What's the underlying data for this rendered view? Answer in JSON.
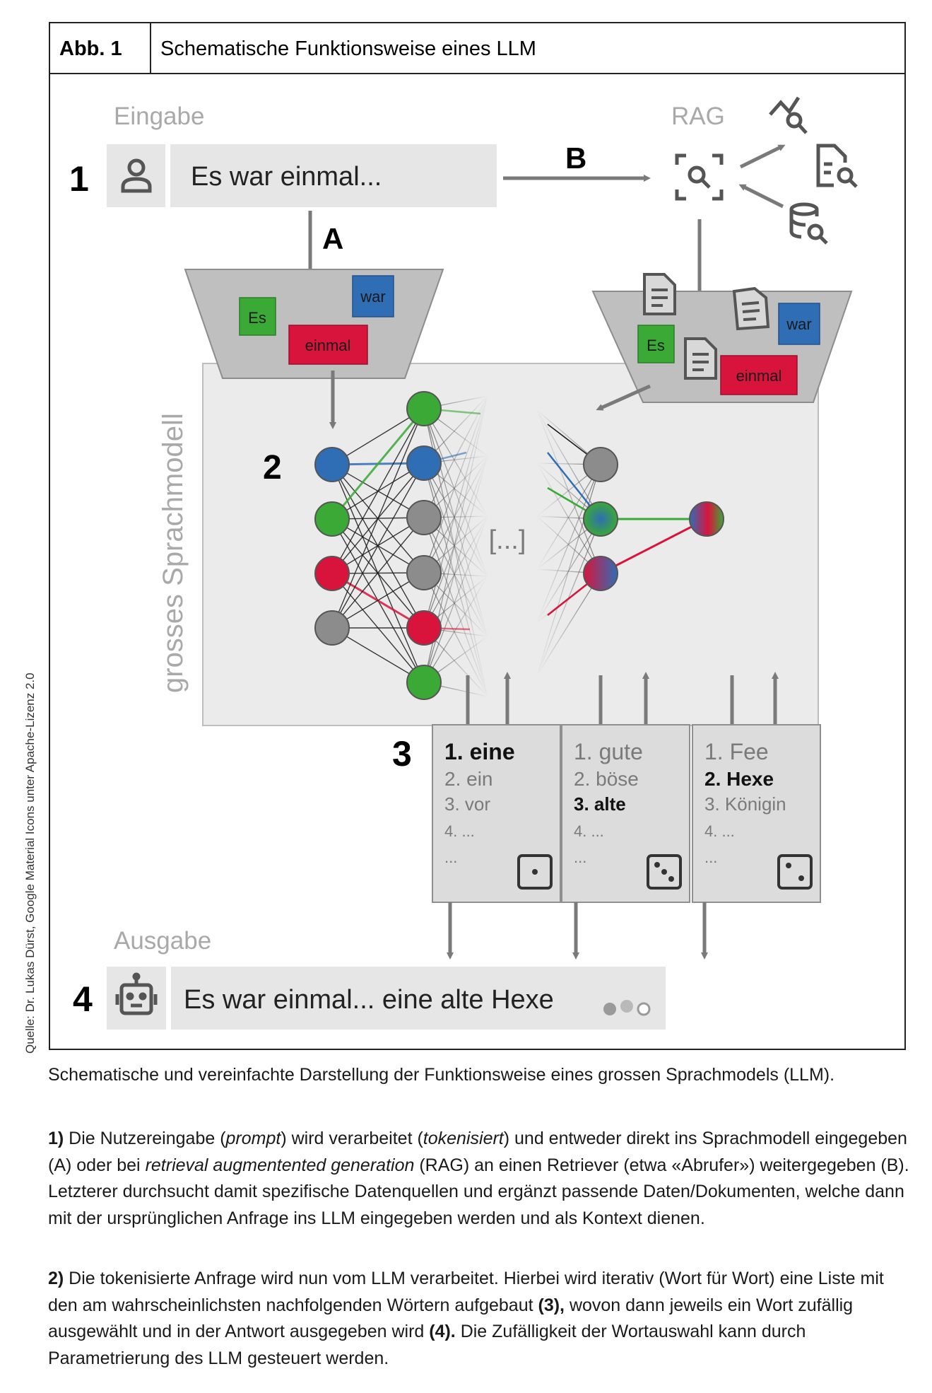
{
  "figure": {
    "label": "Abb. 1",
    "title": "Schematische Funktionsweise eines LLM",
    "source": "Quelle: Dr. Lukas Dürst, Google Material Icons unter Apache-Lizenz 2.0"
  },
  "input": {
    "heading": "Eingabe",
    "step": "1",
    "text": "Es war einmal...",
    "user_icon": "person-icon"
  },
  "arrows": {
    "a": "A",
    "b": "B"
  },
  "rag": {
    "heading": "RAG",
    "icons": [
      "document-scanner-icon",
      "query-stats-icon",
      "document-search-icon",
      "database-search-icon"
    ]
  },
  "tokens_left": [
    "Es",
    "war",
    "einmal"
  ],
  "tokens_right": [
    "Es",
    "war",
    "einmal"
  ],
  "model": {
    "label": "grosses Sprachmodell",
    "step": "2",
    "ellipsis": "[...]"
  },
  "colors": {
    "green": "#3aa935",
    "blue": "#2f6db5",
    "red": "#d9143c",
    "gray": "#8c8c8c",
    "panel": "#ebebeb"
  },
  "candidates": {
    "step": "3",
    "lists": [
      {
        "items": [
          "1. eine",
          "2. ein",
          "3. vor",
          "4. ...",
          "..."
        ],
        "selected": 0,
        "dice": "dice-1-icon"
      },
      {
        "items": [
          "1. gute",
          "2. böse",
          "3. alte",
          "4. ...",
          "..."
        ],
        "selected": 2,
        "dice": "dice-3-icon"
      },
      {
        "items": [
          "1. Fee",
          "2. Hexe",
          "3. Königin",
          "4. ...",
          "..."
        ],
        "selected": 1,
        "dice": "dice-2-icon"
      }
    ]
  },
  "output": {
    "heading": "Ausgabe",
    "step": "4",
    "text": "Es war einmal... eine alte Hexe",
    "bot_icon": "robot-icon"
  },
  "caption": {
    "intro": "Schematische und vereinfachte Darstellung der Funktionsweise eines grossen Sprachmodels (LLM).",
    "p1_num": "1)",
    "p1_a": " Die Nutzereingabe (",
    "p1_prompt": "prompt",
    "p1_b": ") wird verarbeitet (",
    "p1_tok": "tokenisiert",
    "p1_c": ") und entweder direkt ins Sprachmodell eingegeben (A) oder bei ",
    "p1_rag": "retrieval augmentented generation",
    "p1_d": " (RAG) an einen Retriever (etwa «Abrufer») weitergegeben (B). Letzterer durchsucht damit spezifische Datenquellen und ergänzt passende Daten/Dokumenten, welche dann mit der ursprünglichen Anfrage ins LLM eingegeben werden und als Kontext dienen.",
    "p2_num": "2)",
    "p2_a": " Die tokenisierte Anfrage wird nun vom LLM verarbeitet. Hierbei wird iterativ (Wort für Wort) eine Liste mit den am wahrscheinlichsten nachfolgenden Wörtern aufgebaut ",
    "p2_b3": "(3),",
    "p2_b": " wovon dann jeweils ein Wort zufällig ausgewählt und in der Antwort ausgegeben wird ",
    "p2_b4": "(4).",
    "p2_c": " Die Zufälligkeit der Wortauswahl kann durch Parametrierung des LLM gesteuert werden."
  }
}
